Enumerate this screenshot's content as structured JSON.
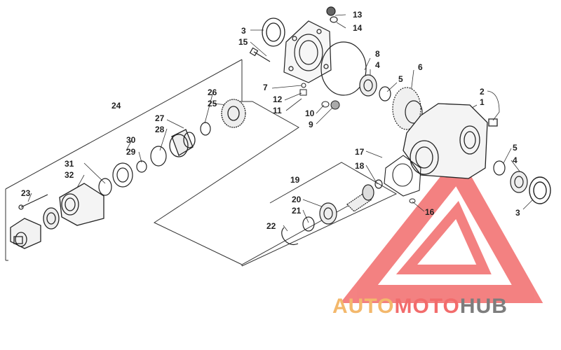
{
  "callouts": {
    "c1": "1",
    "c2": "2",
    "c3a": "3",
    "c3b": "3",
    "c4a": "4",
    "c4b": "4",
    "c5a": "5",
    "c5b": "5",
    "c6": "6",
    "c7": "7",
    "c8": "8",
    "c9": "9",
    "c10": "10",
    "c11": "11",
    "c12": "12",
    "c13": "13",
    "c14": "14",
    "c15": "15",
    "c16": "16",
    "c17": "17",
    "c18": "18",
    "c19": "19",
    "c20": "20",
    "c21": "21",
    "c22": "22",
    "c23": "23",
    "c24": "24",
    "c25": "25",
    "c26": "26",
    "c27": "27",
    "c28": "28",
    "c29": "29",
    "c30": "30",
    "c31": "31",
    "c32": "32"
  },
  "watermark": {
    "part1": "AUTO",
    "part2": "MOTO",
    "part3": "HUB",
    "color_auto": "#f3b86c",
    "color_moto": "#f26c6c",
    "color_hub": "#7d7d7d",
    "logo_color": "#f05a5a"
  }
}
